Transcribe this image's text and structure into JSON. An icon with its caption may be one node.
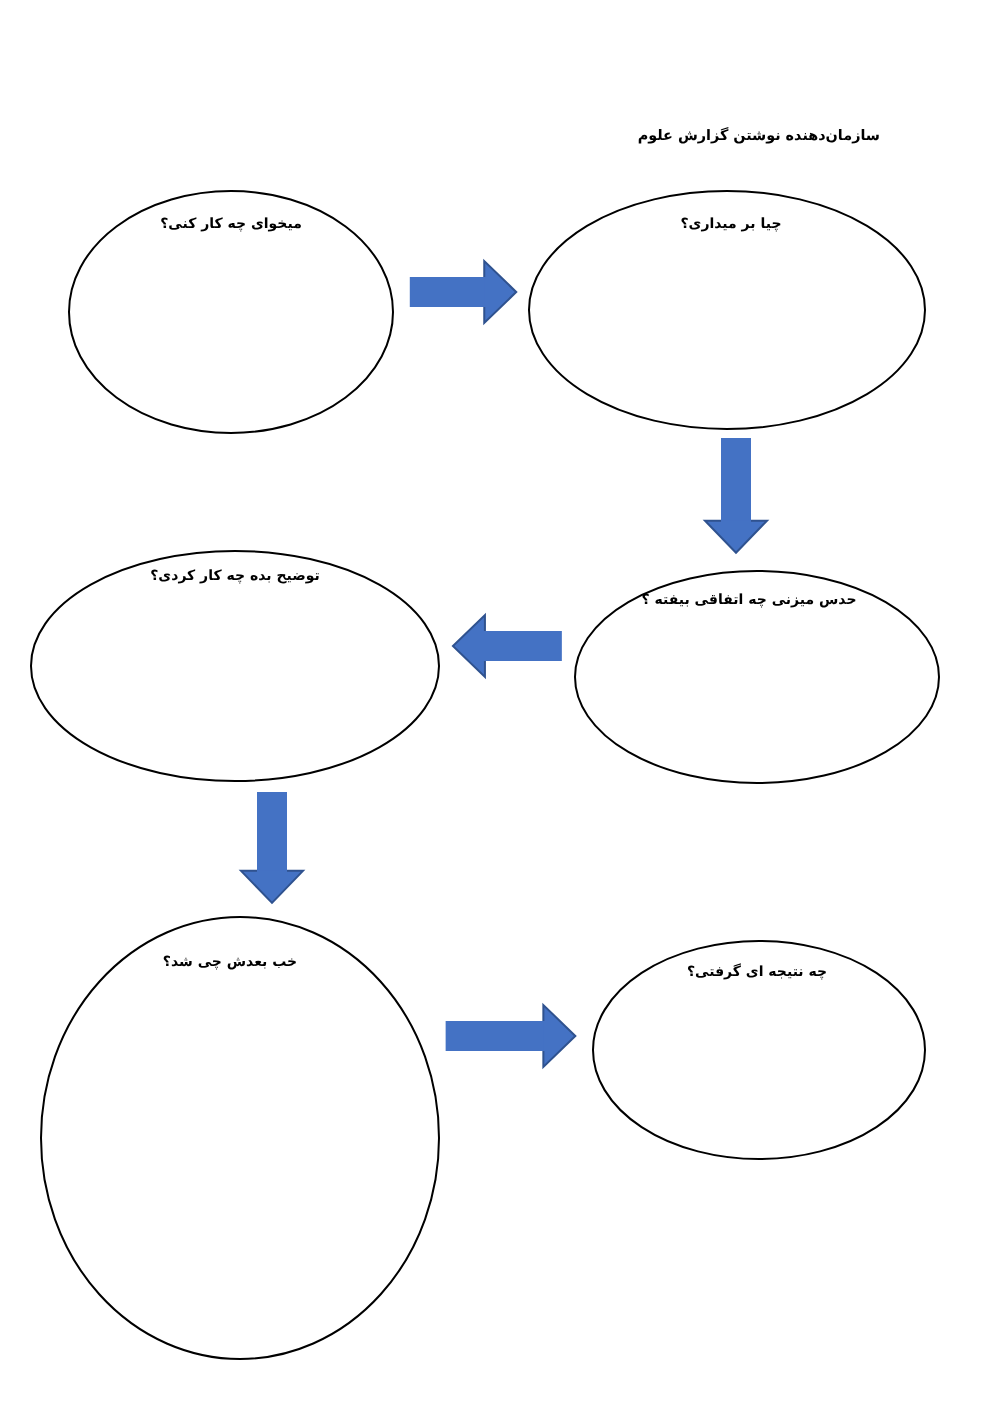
{
  "diagram": {
    "title": "سازمان‌دهنده نوشتن گزارش علوم",
    "nodes": [
      {
        "text": [
          "میخوای چه کار کنی؟"
        ]
      },
      {
        "text": [
          "چیا بر میداری؟"
        ]
      },
      {
        "text": [
          "حدس میزنی چه اتفاقی بیفته ؟"
        ]
      },
      {
        "text": [
          "توضیح بده چه کار کردی؟"
        ]
      },
      {
        "text": [
          "خب بعدش چی شد؟"
        ]
      },
      {
        "text": [
          "چه نتیجه ای گرفتی؟"
        ]
      }
    ],
    "edges": [
      {
        "from": 0,
        "to": 1,
        "arrow": "to"
      },
      {
        "from": 1,
        "to": 2,
        "arrow": "to"
      },
      {
        "from": 2,
        "to": 3,
        "arrow": "to"
      },
      {
        "from": 3,
        "to": 4,
        "arrow": "to"
      },
      {
        "from": 4,
        "to": 5,
        "arrow": "to"
      }
    ]
  }
}
